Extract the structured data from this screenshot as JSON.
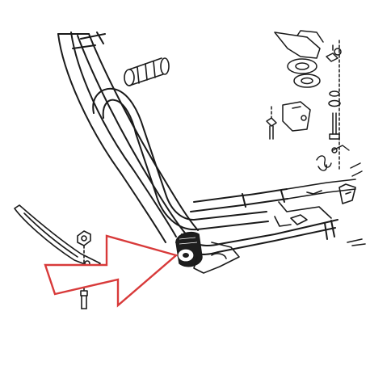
{
  "diagram": {
    "kind": "exploded-parts-line-drawing",
    "subject": "scooter-frame-underside",
    "line_color": "#1a1a1a",
    "arrow": {
      "stroke_color": "#d83a3a",
      "fill_color": "#ffffff",
      "points_to": "rubber-bumper"
    },
    "highlighted_part": "rubber-bumper"
  }
}
